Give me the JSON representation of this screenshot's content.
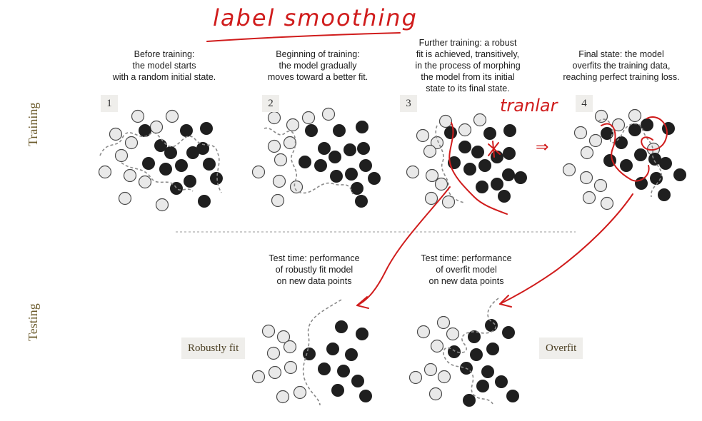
{
  "side_labels": {
    "training": "Training",
    "testing": "Testing"
  },
  "panels": [
    {
      "number": "1",
      "caption": [
        "Before training:",
        "the model starts",
        "with a random initial state."
      ]
    },
    {
      "number": "2",
      "caption": [
        "Beginning of training:",
        "the model gradually",
        "moves toward a better fit."
      ]
    },
    {
      "number": "3",
      "caption": [
        "Further training: a robust",
        "fit is achieved, transitively,",
        "in the process of morphing",
        "the model from its initial",
        "state to its final state."
      ]
    },
    {
      "number": "4",
      "caption": [
        "Final state: the model",
        "overfits the training data,",
        "reaching perfect training loss."
      ]
    }
  ],
  "test_captions": {
    "robust": [
      "Test time: performance",
      "of robustly fit model",
      "on new data points"
    ],
    "overfit": [
      "Test time: performance",
      "of overfit model",
      "on new data points"
    ]
  },
  "test_tags": {
    "robust": "Robustly fit",
    "overfit": "Overfit"
  },
  "annotations": {
    "title": "label smoothing",
    "note": "tranlar",
    "arrow_symbol": "⇒"
  },
  "colors": {
    "annotation": "#d01c1c",
    "side_label": "#6b5a2a",
    "dark_dot": "#1f1f1f",
    "light_dot": "#e9e9e9"
  }
}
